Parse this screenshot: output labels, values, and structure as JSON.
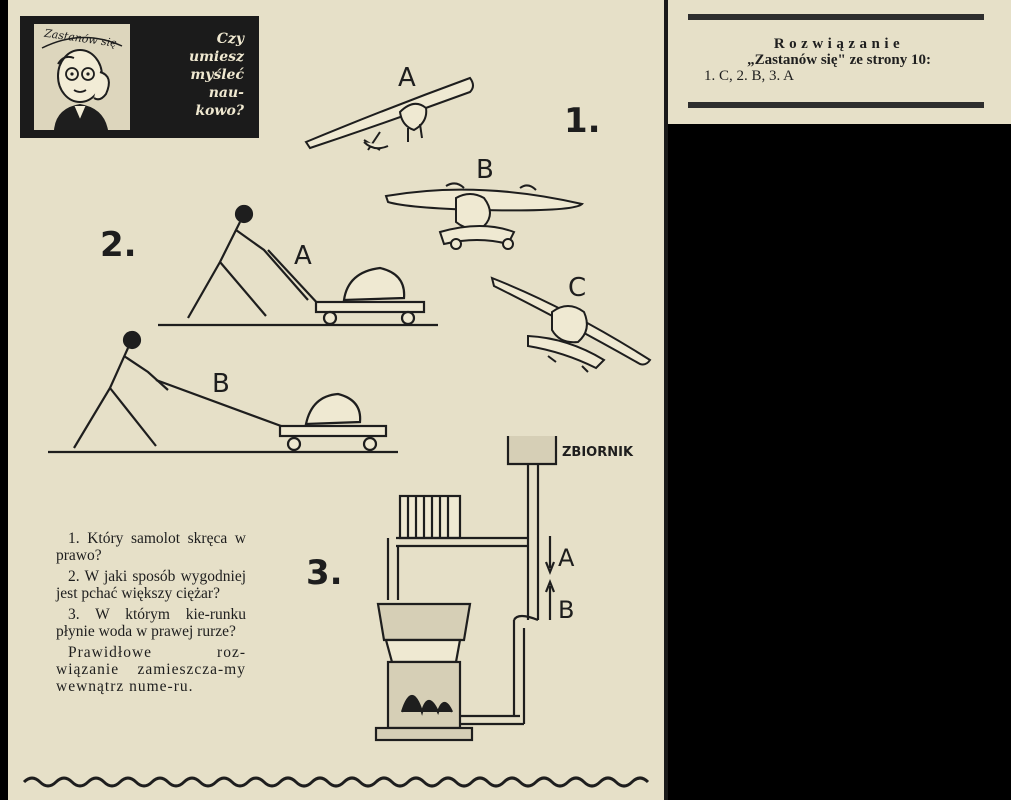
{
  "header": {
    "portrait_caption": "Zastanów się",
    "question": "Czy\numiesz\nmyśleć\nnau-\nkowo?"
  },
  "puzzle1": {
    "number": "1.",
    "labels": [
      "A",
      "B",
      "C"
    ]
  },
  "puzzle2": {
    "number": "2.",
    "labels": [
      "A",
      "B"
    ]
  },
  "puzzle3": {
    "number": "3.",
    "tank_label": "ZBIORNIK",
    "flow_labels": [
      "A",
      "B"
    ]
  },
  "questions": [
    "1. Który samolot skręca w prawo?",
    "2. W jaki sposób wygodniej jest pchać większy ciężar?",
    "3. W którym kierunku płynie woda w prawej rurze?"
  ],
  "questions_raw": {
    "q1": "1. Który samolot skręca w prawo?",
    "q2": "2. W jaki sposób wygodniej jest pchać większy ciężar?",
    "q3": "3. W którym kie-runku płynie woda w prawej rurze?"
  },
  "note": "Prawidłowe roz-wiązanie zamieszcza-my wewnątrz nume-ru.",
  "solution_box": {
    "title": "Rozwiązanie",
    "subtitle": "„Zastanów się\" ze strony 10:",
    "answers": "1. C, 2. B, 3. A"
  },
  "colors": {
    "paper": "#e6e0c8",
    "ink": "#1e1e1e",
    "background": "#000000"
  }
}
